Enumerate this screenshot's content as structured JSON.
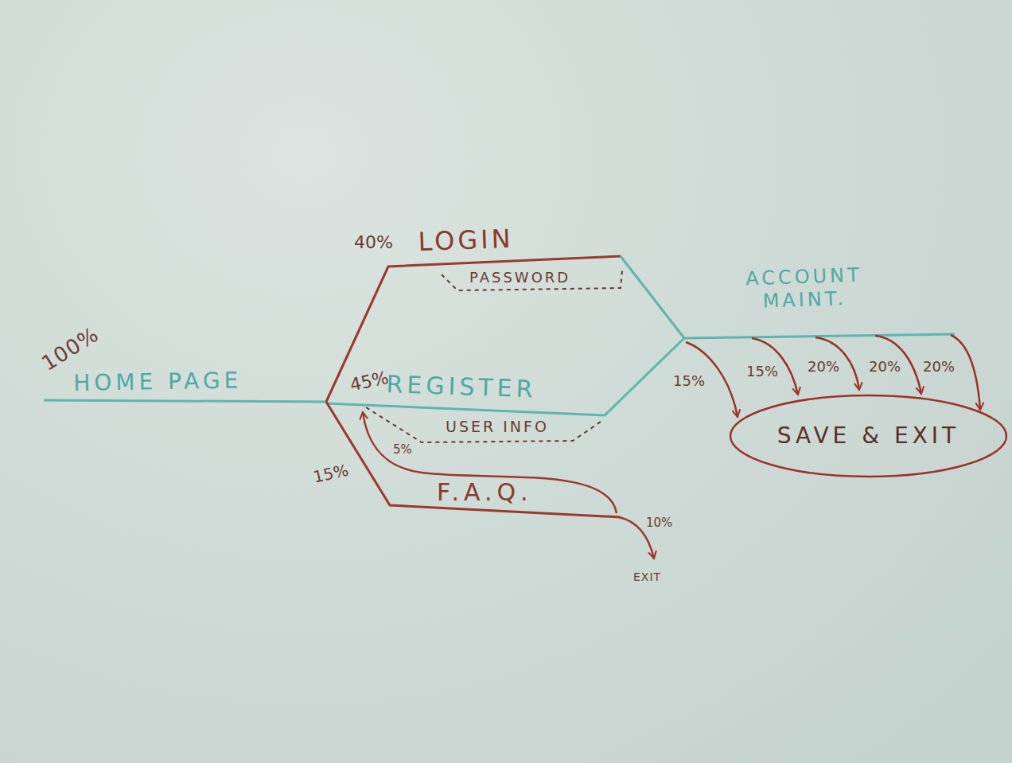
{
  "diagram": {
    "nodes": [
      {
        "text": [
          "SAVE & EXIT"
        ]
      }
    ],
    "labels": [
      "100%",
      "HOME PAGE",
      "40%",
      "LOGIN",
      "PASSWORD",
      "45%",
      "REGISTER",
      "USER INFO",
      "5%",
      "15%",
      "F.A.Q.",
      "10%",
      "EXIT",
      "ACCOUNT MAINT.",
      "15%",
      "15%",
      "20%",
      "20%",
      "20%"
    ]
  }
}
